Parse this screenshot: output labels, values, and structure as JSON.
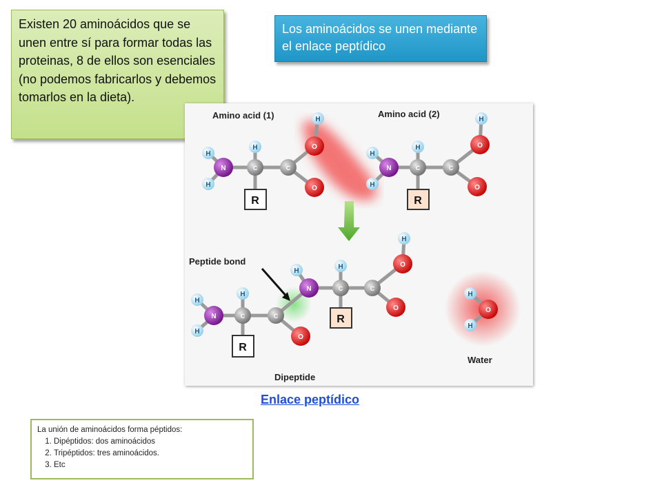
{
  "notes": {
    "green": "Existen 20 aminoácidos  que se unen entre sí para formar todas las proteinas, 8 de ellos son esenciales (no podemos fabricarlos y debemos tomarlos en la dieta).",
    "blue": "Los aminoácidos se unen mediante el enlace peptídico"
  },
  "diagram": {
    "labels": {
      "amino_acid_1": "Amino acid (1)",
      "amino_acid_2": "Amino acid (2)",
      "peptide_bond": "Peptide bond",
      "dipeptide": "Dipeptide",
      "water": "Water"
    },
    "atoms": {
      "hydrogen": "H",
      "oxygen": "O",
      "nitrogen": "N",
      "carbon": "C",
      "residue": "R"
    },
    "colors": {
      "hydrogen": "#bfe4f5",
      "oxygen": "#e01010",
      "nitrogen": "#8a1fa0",
      "carbon": "#9a9a9a",
      "arrow": "#6abf3a"
    }
  },
  "caption": "Enlace peptídico",
  "list": {
    "intro": "La unión de aminoácidos forma péptidos:",
    "items": [
      "Dipéptidos: dos aminoácidos",
      "Tripéptidos: tres aminoácidos.",
      "Etc"
    ]
  }
}
